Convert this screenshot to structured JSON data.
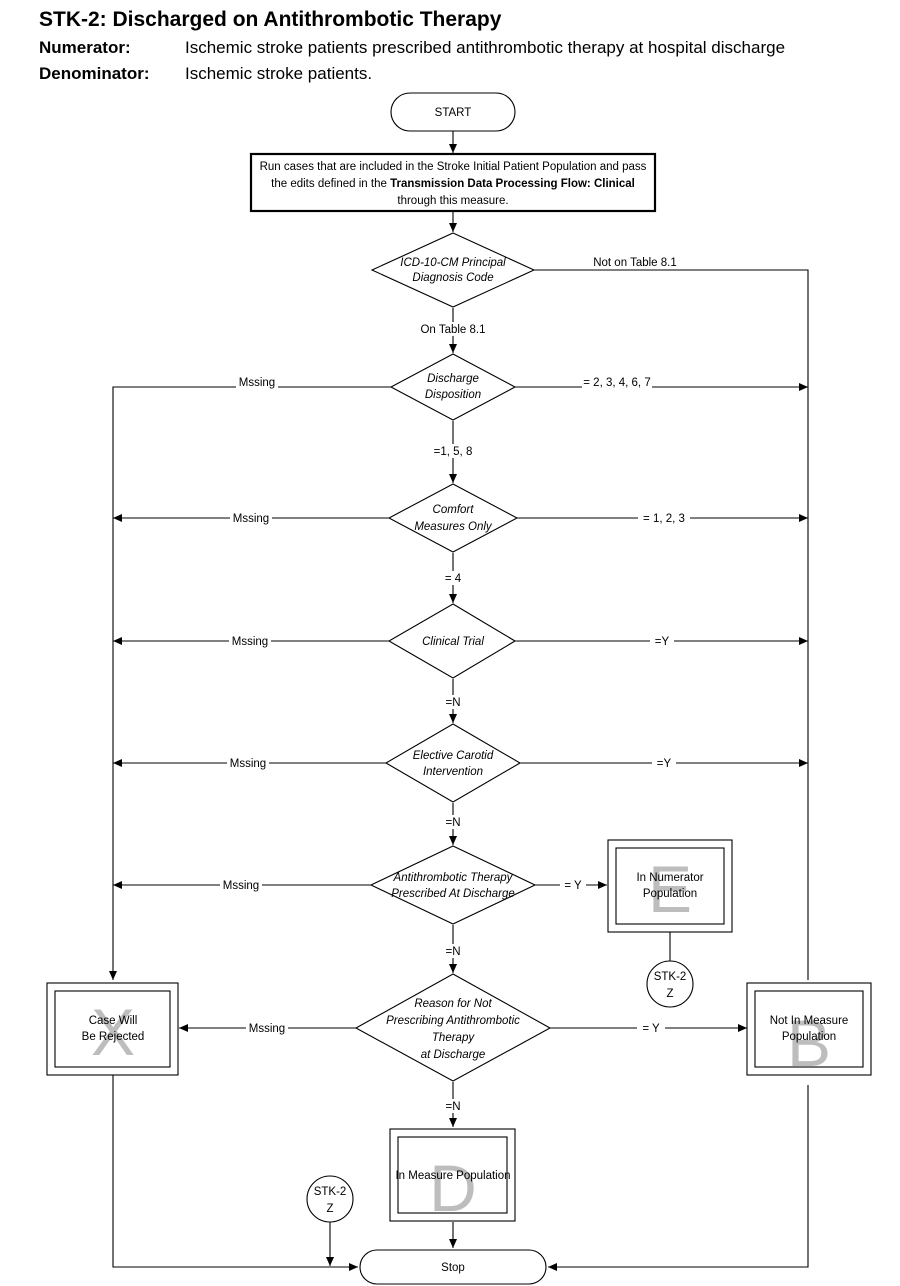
{
  "header": {
    "title": "STK-2:  Discharged on Antithrombotic Therapy",
    "numerator_label": "Numerator:",
    "numerator_text": "Ischemic stroke patients prescribed antithrombotic therapy at hospital discharge",
    "denominator_label": "Denominator:",
    "denominator_text": "Ischemic stroke patients."
  },
  "flow": {
    "start": "START",
    "process": {
      "line1": "Run cases that are included in the Stroke Initial Patient  Population and pass",
      "line2_pre": "the edits defined in the ",
      "line2_bold": "Transmission Data Processing Flow:  Clinical",
      "line3": "through this measure."
    },
    "decisions": {
      "icd": [
        "ICD-10-CM Principal",
        "Diagnosis Code"
      ],
      "discharge": [
        "Discharge",
        "Disposition"
      ],
      "comfort": [
        "Comfort",
        "Measures Only"
      ],
      "trial": [
        "Clinical Trial"
      ],
      "carotid": [
        "Elective Carotid",
        "Intervention"
      ],
      "antithrombotic": [
        "Antithrombotic Therapy",
        "Prescribed At Discharge"
      ],
      "reason": [
        "Reason for Not",
        "Prescribing Antithrombotic",
        "Therapy",
        "at Discharge"
      ]
    },
    "edge_labels": {
      "icd_not": "Not on Table 8.1",
      "icd_on": "On Table 8.1",
      "dd_missing": "Mssing",
      "dd_out": "= 2, 3, 4, 6, 7",
      "dd_in": "=1, 5, 8",
      "cmo_missing": "Mssing",
      "cmo_out": "= 1, 2, 3",
      "cmo_in": "= 4",
      "ct_missing": "Mssing",
      "ct_out": "=Y",
      "ct_in": "=N",
      "ec_missing": "Mssing",
      "ec_out": "=Y",
      "ec_in": "=N",
      "at_missing": "Mssing",
      "at_yes": "= Y",
      "at_no": "=N",
      "rn_missing": "Mssing",
      "rn_yes": "= Y",
      "rn_no": "=N"
    },
    "outcomes": {
      "numerator": {
        "letter": "E",
        "text": [
          "In Numerator",
          "Population"
        ]
      },
      "not_in_measure": {
        "letter": "B",
        "text": [
          "Not In Measure",
          "Population"
        ]
      },
      "rejected": {
        "letter": "X",
        "text": [
          "Case Will",
          "Be Rejected"
        ]
      },
      "in_measure": {
        "letter": "D",
        "text": [
          "In Measure Population"
        ]
      }
    },
    "connectors": {
      "c1": [
        "STK-2",
        "Z"
      ],
      "c2": [
        "STK-2",
        "Z"
      ]
    },
    "stop": "Stop"
  }
}
